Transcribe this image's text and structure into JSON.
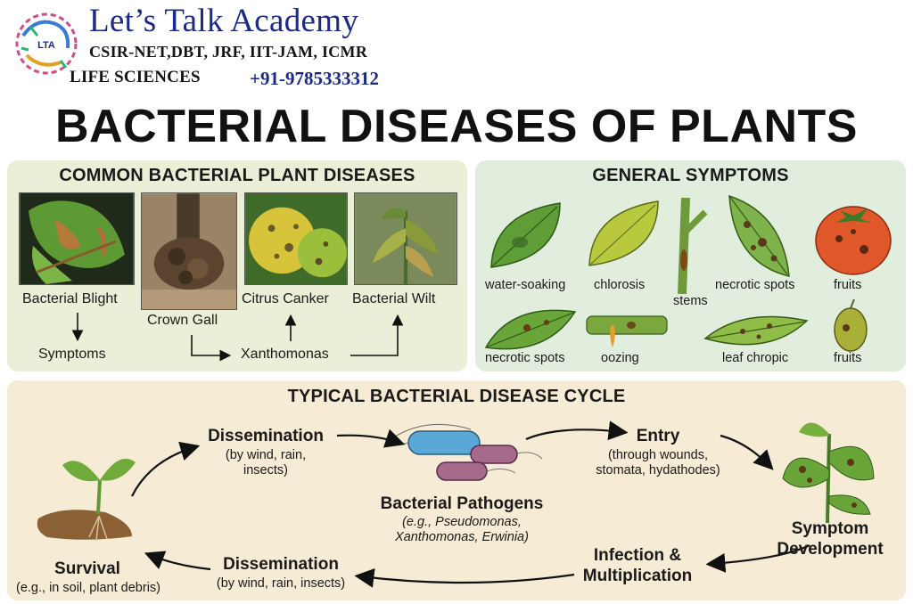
{
  "header": {
    "brand": "Let’s Talk Academy",
    "exams": "CSIR-NET,DBT, JRF, IIT-JAM, ICMR",
    "subject": "LIFE SCIENCES",
    "phone": "+91-9785333312",
    "logo_text": "LTA"
  },
  "title": "BACTERIAL DISEASES OF PLANTS",
  "common_diseases": {
    "title": "COMMON BACTERIAL PLANT DISEASES",
    "diseases": [
      "Bacterial Blight",
      "Crown Gall",
      "Citrus Canker",
      "Bacterial Wilt"
    ],
    "symptoms_label": "Symptoms",
    "genus_label": "Xanthomonas"
  },
  "general_symptoms": {
    "title": "GENERAL SYMPTOMS",
    "items": [
      "water-soaking",
      "chlorosis",
      "stems",
      "necrotic spots",
      "fruits",
      "necrotic spots",
      "oozing",
      "leaf chropic",
      "fruits"
    ]
  },
  "cycle": {
    "title": "TYPICAL BACTERIAL DISEASE CYCLE",
    "dissemination_top": {
      "head": "Dissemination",
      "sub1": "(by wind, rain,",
      "sub2": "insects)"
    },
    "pathogens": {
      "head": "Bacterial Pathogens",
      "sub1": "(e.g., Pseudomonas,",
      "sub2": "Xanthomonas, Erwinia)"
    },
    "entry": {
      "head": "Entry",
      "sub1": "(through wounds,",
      "sub2": "stomata, hydathodes)"
    },
    "symptom": {
      "head1": "Symptom",
      "head2": "Development"
    },
    "infection": {
      "head1": "Infection &",
      "head2": "Multiplication"
    },
    "dissemination_bottom": {
      "head": "Dissemination",
      "sub": "(by wind, rain, insects)"
    },
    "survival": {
      "head": "Survival",
      "sub": "(e.g., in soil, plant debris)"
    }
  },
  "colors": {
    "brand_blue": "#1b2a8a",
    "panel_left": "#ecefd7",
    "panel_right": "#e2eedd",
    "panel_bottom": "#f6ebd4",
    "leaf_green": "#6fa83a"
  }
}
